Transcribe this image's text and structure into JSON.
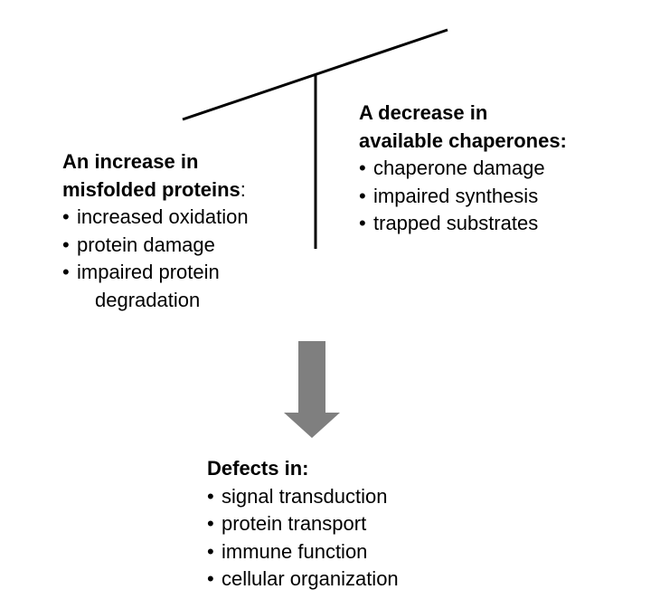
{
  "colors": {
    "line": "#000000",
    "arrow": "#7f7f7f",
    "text": "#000000"
  },
  "left": {
    "heading_line1": "An increase in",
    "heading_line2": "misfolded proteins",
    "heading_suffix": ":",
    "items": [
      "increased oxidation",
      "protein damage"
    ],
    "wrapped_item_line1": "impaired protein",
    "wrapped_item_line2": "degradation"
  },
  "right": {
    "heading_line1": "A decrease in",
    "heading_line2": "available chaperones:",
    "items": [
      "chaperone damage",
      "impaired synthesis",
      "trapped substrates"
    ]
  },
  "bottom": {
    "heading": "Defects in:",
    "items": [
      "signal transduction",
      "protein transport",
      "immune function",
      "cellular organization"
    ]
  }
}
